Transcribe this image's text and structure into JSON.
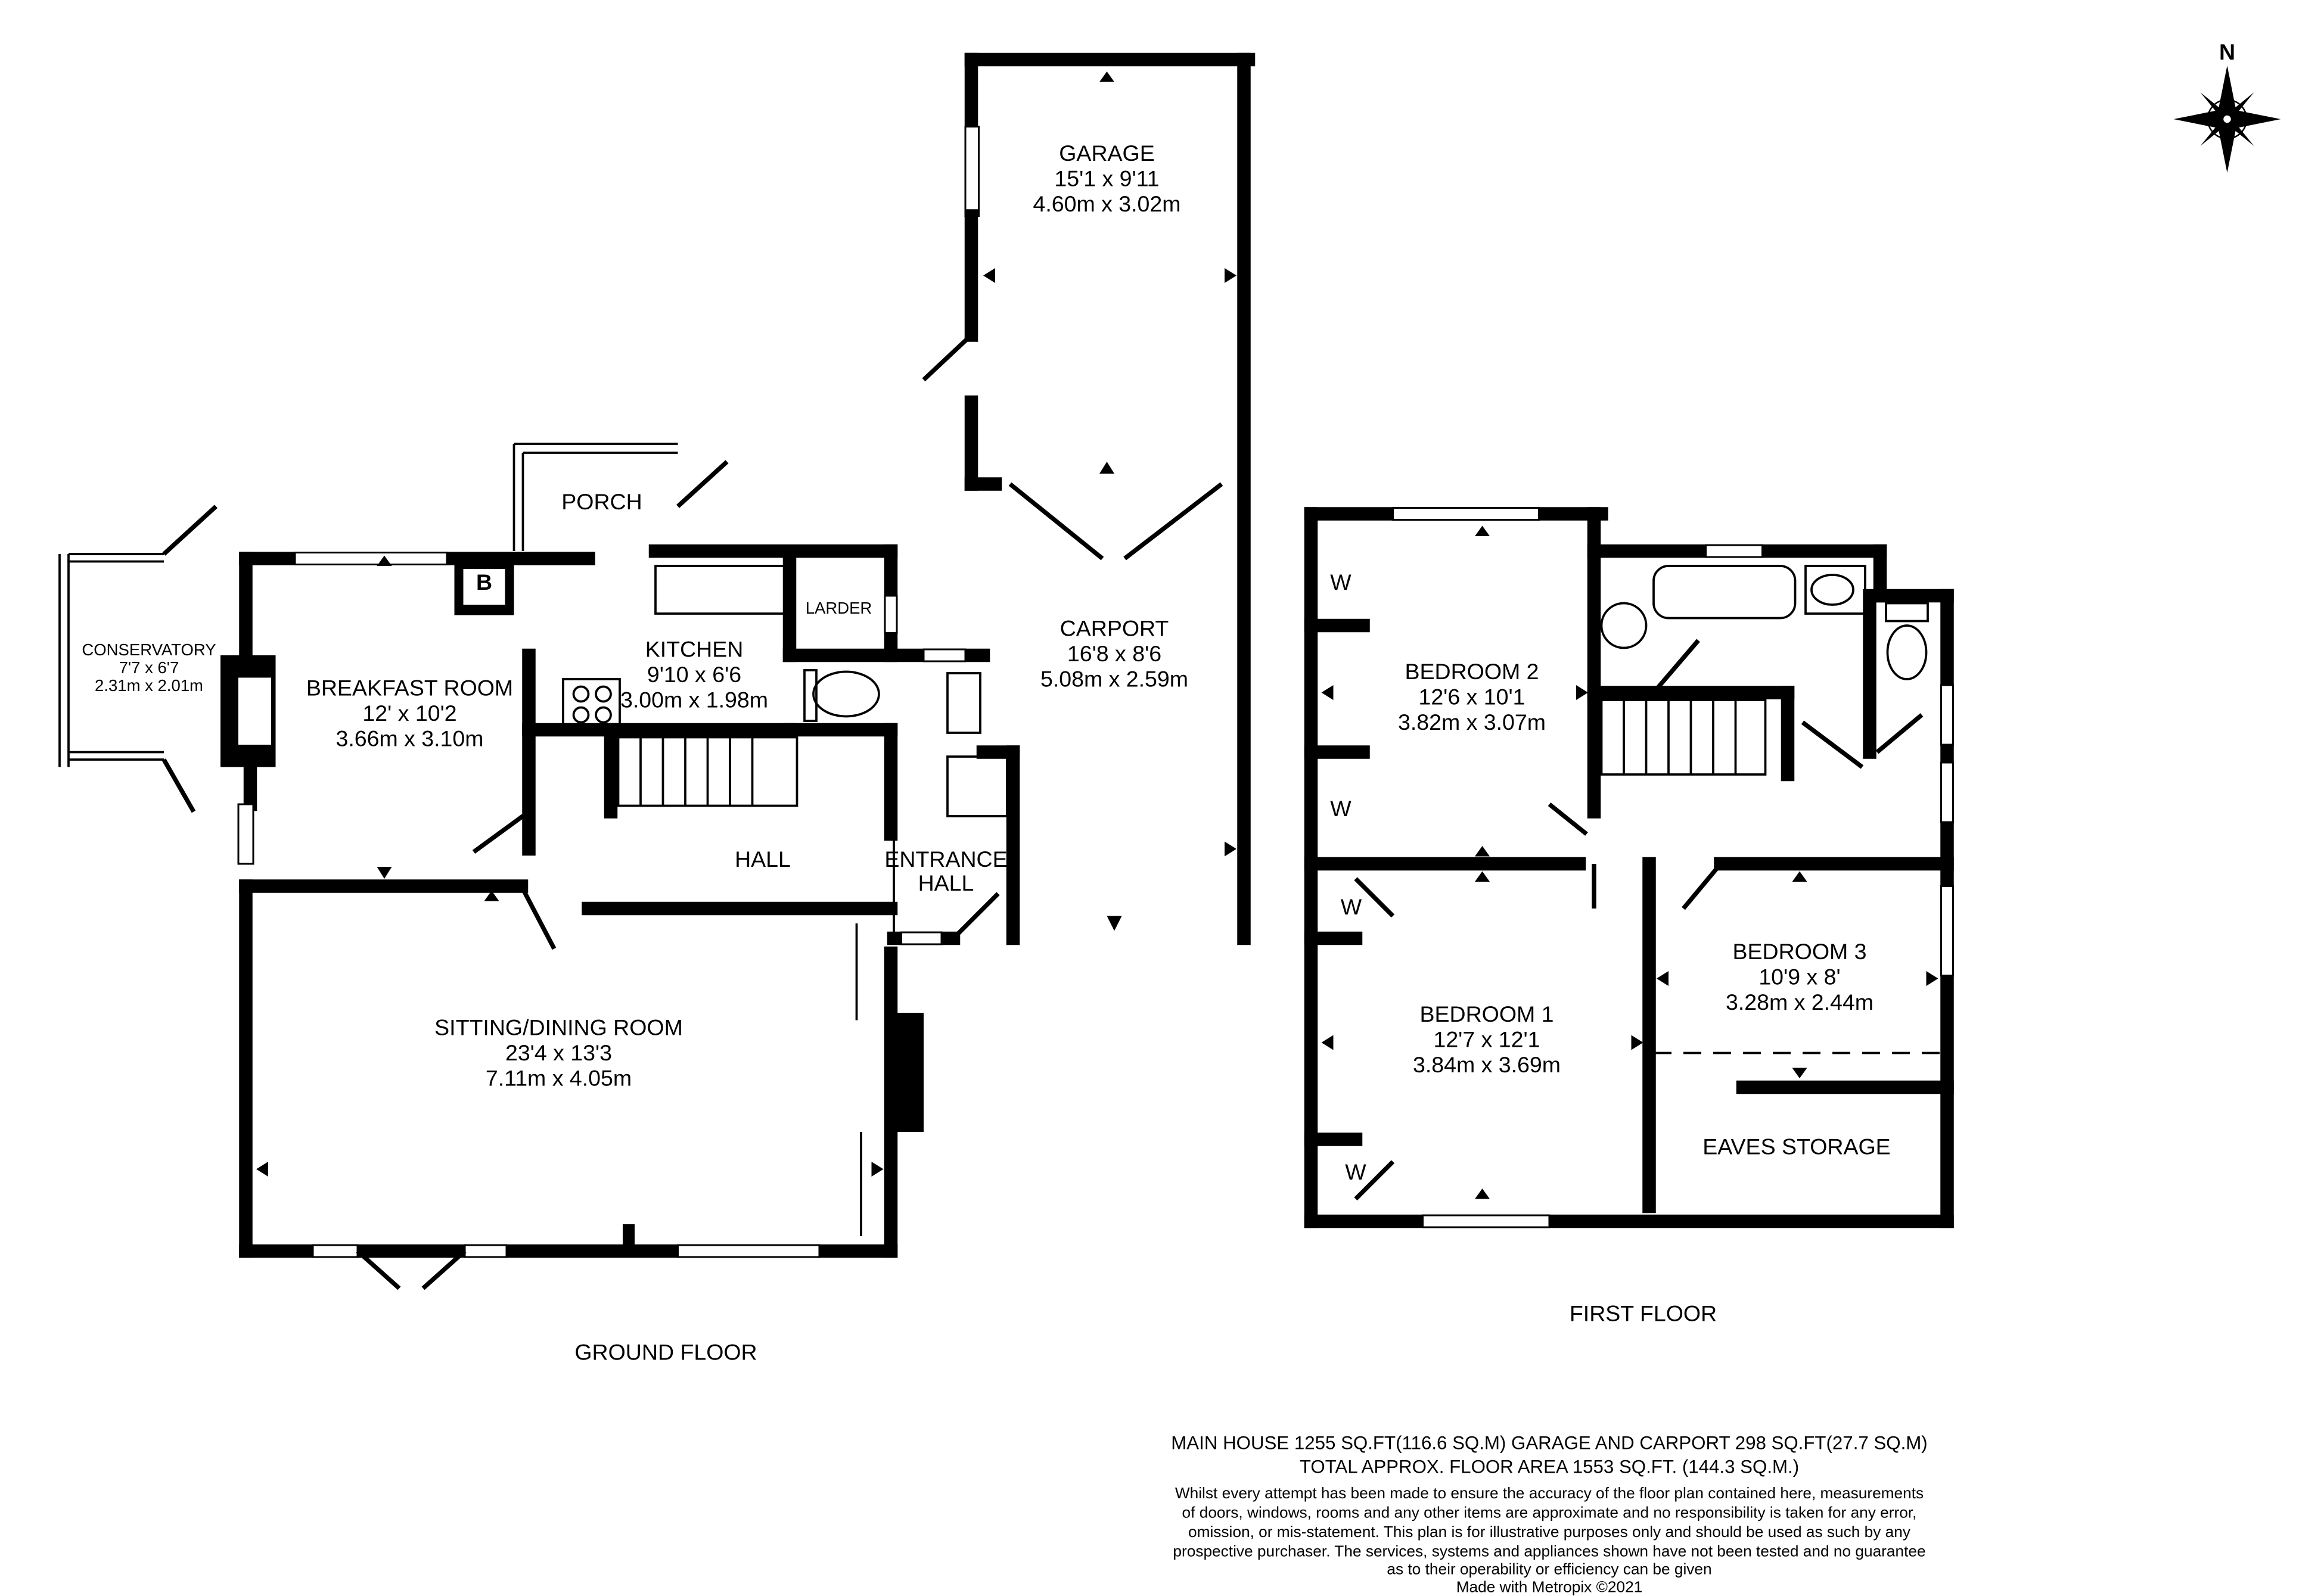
{
  "floors": {
    "ground": {
      "label": "GROUND FLOOR",
      "rooms": {
        "conservatory": {
          "name": "CONSERVATORY",
          "imperial": "7'7 x 6'7",
          "metric": "2.31m x 2.01m"
        },
        "breakfast": {
          "name": "BREAKFAST ROOM",
          "imperial": "12' x 10'2",
          "metric": "3.66m x 3.10m"
        },
        "porch": {
          "name": "PORCH"
        },
        "kitchen": {
          "name": "KITCHEN",
          "imperial": "9'10 x 6'6",
          "metric": "3.00m x 1.98m"
        },
        "larder": {
          "name": "LARDER"
        },
        "boiler": {
          "name": "B"
        },
        "hall": {
          "name": "HALL"
        },
        "entrance_hall": {
          "name_1": "ENTRANCE",
          "name_2": "HALL"
        },
        "sitting": {
          "name": "SITTING/DINING ROOM",
          "imperial": "23'4 x 13'3",
          "metric": "7.11m x 4.05m"
        },
        "garage": {
          "name": "GARAGE",
          "imperial": "15'1 x 9'11",
          "metric": "4.60m x 3.02m"
        },
        "carport": {
          "name": "CARPORT",
          "imperial": "16'8 x 8'6",
          "metric": "5.08m x 2.59m"
        }
      }
    },
    "first": {
      "label": "FIRST FLOOR",
      "rooms": {
        "bedroom2": {
          "name": "BEDROOM 2",
          "imperial": "12'6 x 10'1",
          "metric": "3.82m x 3.07m"
        },
        "bedroom1": {
          "name": "BEDROOM 1",
          "imperial": "12'7 x 12'1",
          "metric": "3.84m x 3.69m"
        },
        "bedroom3": {
          "name": "BEDROOM 3",
          "imperial": "10'9 x 8'",
          "metric": "3.28m x 2.44m"
        },
        "eaves": {
          "name": "EAVES STORAGE"
        },
        "wardrobe": {
          "name": "W"
        }
      }
    }
  },
  "compass": {
    "label": "N"
  },
  "footer": {
    "area_line_1": "MAIN HOUSE 1255 SQ.FT(116.6 SQ.M) GARAGE AND CARPORT 298 SQ.FT(27.7 SQ.M)",
    "area_line_2": "TOTAL APPROX. FLOOR AREA 1553 SQ.FT. (144.3 SQ.M.)",
    "disclaimer": [
      "Whilst every attempt has been made to ensure the accuracy of the floor plan contained here, measurements",
      "of doors, windows, rooms and any other items are approximate and no responsibility is taken for any error,",
      "omission, or mis-statement. This plan is for illustrative purposes only and should be used as such by any",
      "prospective purchaser. The services, systems and appliances shown have not been tested and no guarantee",
      "as to their operability or efficiency can be given"
    ],
    "credit": "Made with Metropix ©2021"
  }
}
